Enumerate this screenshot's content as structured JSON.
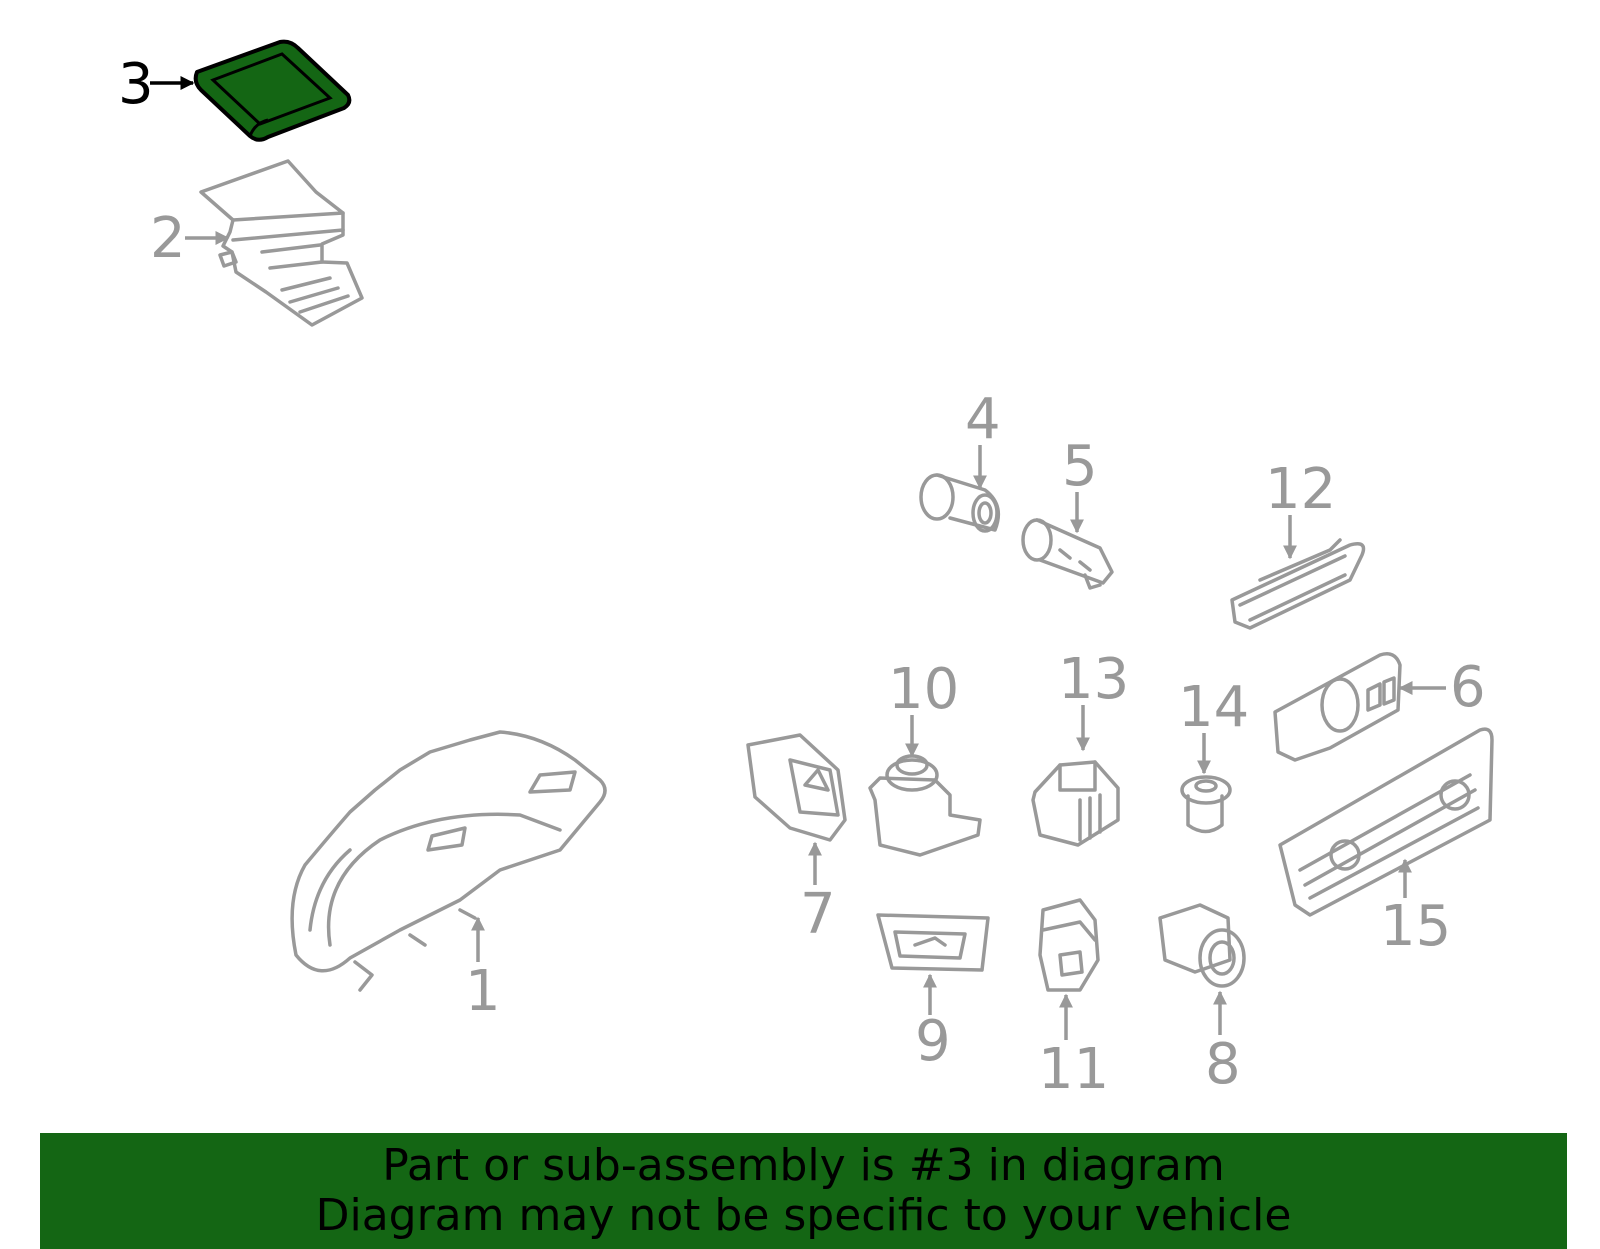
{
  "banner": {
    "line1": "Part or sub-assembly is #3 in diagram",
    "line2": "Diagram may not be specific to your vehicle",
    "color": "#146614"
  },
  "colors": {
    "highlight_fill": "#146614",
    "highlight_stroke": "#000000",
    "part_stroke": "#999999"
  },
  "callouts": {
    "c1": "1",
    "c2": "2",
    "c3": "3",
    "c4": "4",
    "c5": "5",
    "c6": "6",
    "c7": "7",
    "c8": "8",
    "c9": "9",
    "c10": "10",
    "c11": "11",
    "c12": "12",
    "c13": "13",
    "c14": "14",
    "c15": "15"
  }
}
